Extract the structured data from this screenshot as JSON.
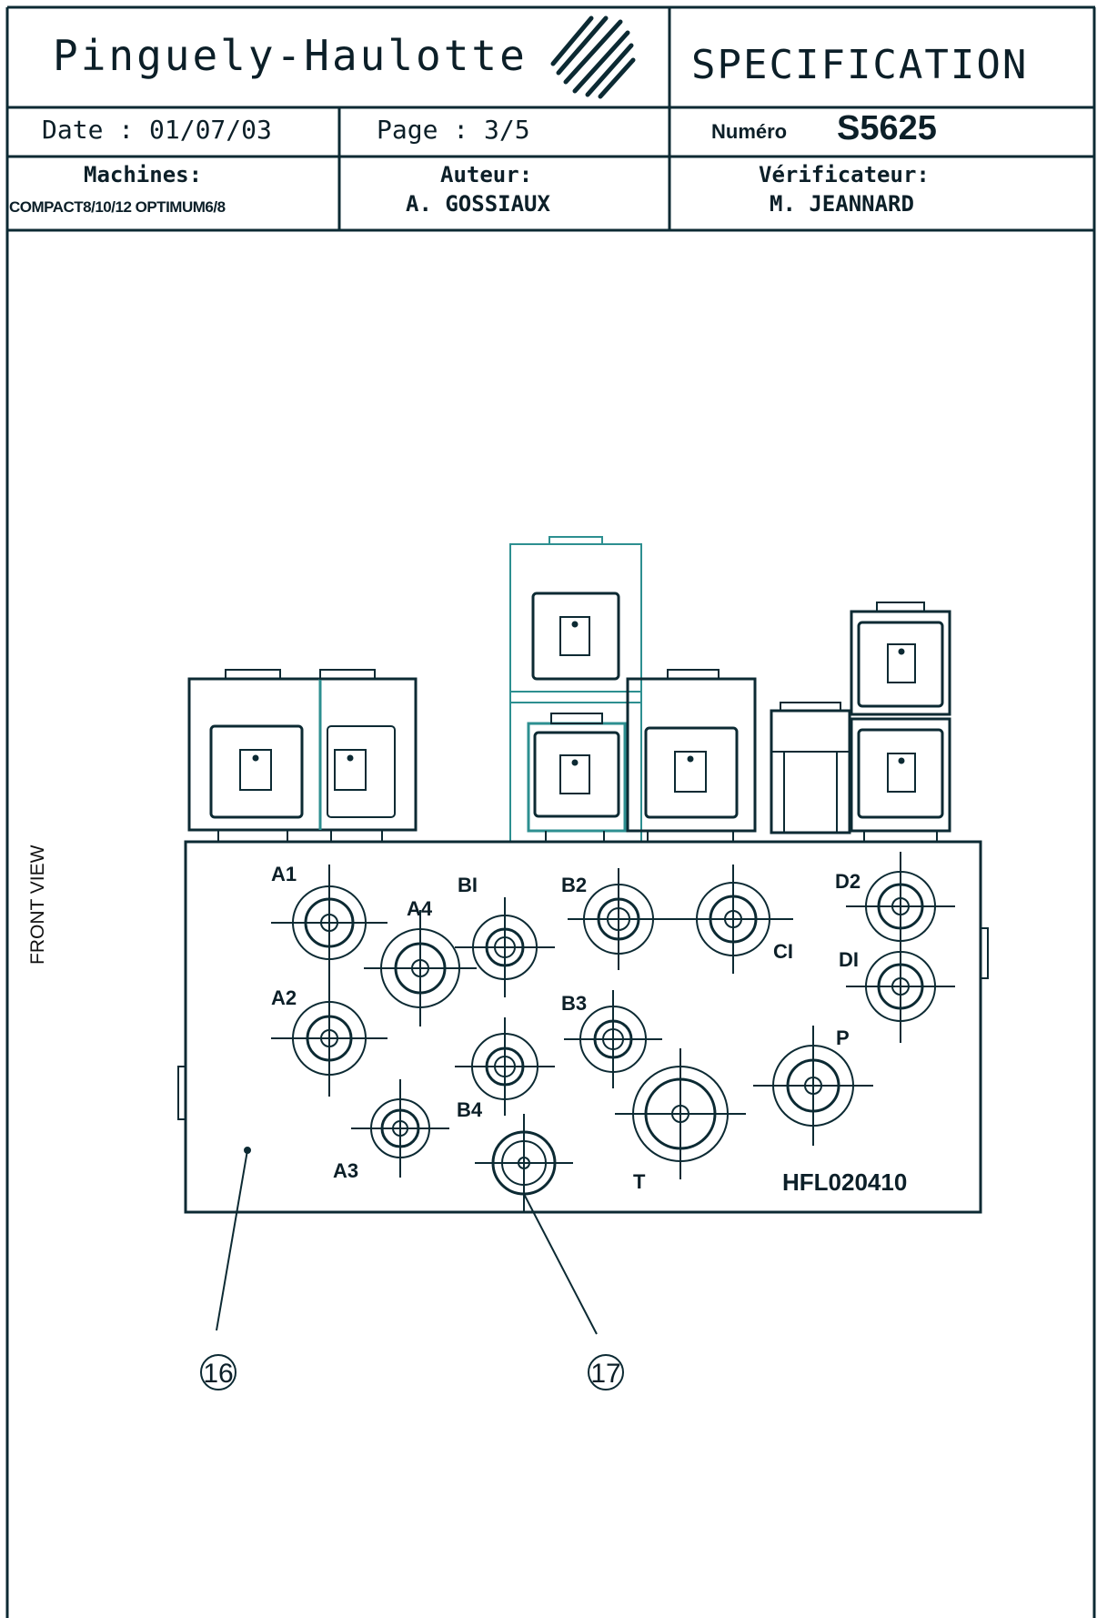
{
  "header": {
    "company": "Pinguely-Haulotte",
    "doc_type": "SPECIFICATION",
    "date_label": "Date : 01/07/03",
    "page_label": "Page : 3/5",
    "numero_label": "Numéro",
    "numero_value": "S5625",
    "machines_label": "Machines:",
    "machines_value": "COMPACT8/10/12 OPTIMUM6/8",
    "auteur_label": "Auteur:",
    "auteur_value": "A. GOSSIAUX",
    "verificateur_label": "Vérificateur:",
    "verificateur_value": "M. JEANNARD"
  },
  "view_label": "FRONT VIEW",
  "block": {
    "part_number": "HFL020410",
    "ports": {
      "A1": "A1",
      "A2": "A2",
      "A3": "A3",
      "A4": "A4",
      "B1": "BI",
      "B2": "B2",
      "B3": "B3",
      "B4": "B4",
      "C1": "CI",
      "D1": "DI",
      "D2": "D2",
      "P": "P",
      "T": "T"
    }
  },
  "callouts": {
    "c16": "16",
    "c17": "17"
  },
  "colors": {
    "line": "#0c2a33",
    "accent": "#2d8f90"
  }
}
